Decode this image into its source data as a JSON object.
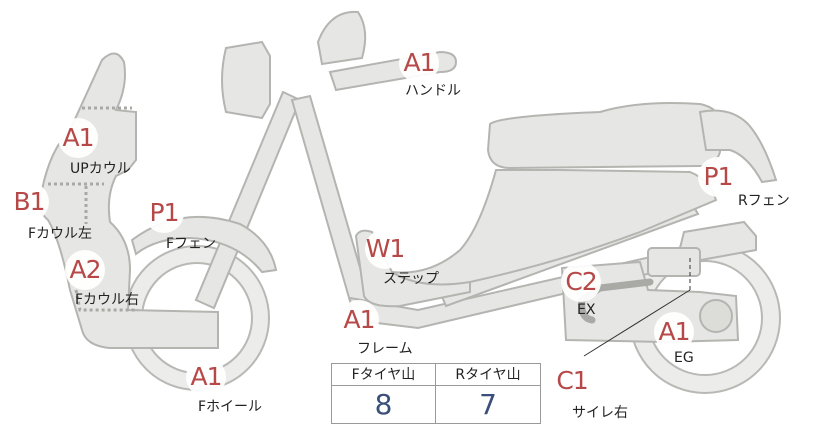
{
  "colors": {
    "grade_text": "#b64848",
    "tread_value": "#3a4f7a",
    "part_fill": "#e6e6e4",
    "part_stroke": "#b4b4b0"
  },
  "callouts": [
    {
      "id": "handle",
      "grade": "A1",
      "label": "ハンドル"
    },
    {
      "id": "up-cowl",
      "grade": "A1",
      "label": "UPカウル"
    },
    {
      "id": "f-cowl-left",
      "grade": "B1",
      "label": "Fカウル左"
    },
    {
      "id": "f-fender",
      "grade": "P1",
      "label": "Fフェン"
    },
    {
      "id": "f-cowl-right",
      "grade": "A2",
      "label": "Fカウル右"
    },
    {
      "id": "step",
      "grade": "W1",
      "label": "ステップ"
    },
    {
      "id": "frame",
      "grade": "A1",
      "label": "フレーム"
    },
    {
      "id": "exhaust",
      "grade": "C2",
      "label": "EX"
    },
    {
      "id": "r-fender",
      "grade": "P1",
      "label": "Rフェン"
    },
    {
      "id": "engine",
      "grade": "A1",
      "label": "EG"
    },
    {
      "id": "f-wheel",
      "grade": "A1",
      "label": "Fホイール"
    },
    {
      "id": "silencer-right",
      "grade": "C1",
      "label": "サイレ右"
    }
  ],
  "tread_table": {
    "headers": [
      "Fタイヤ山",
      "Rタイヤ山"
    ],
    "values": [
      "8",
      "7"
    ]
  }
}
